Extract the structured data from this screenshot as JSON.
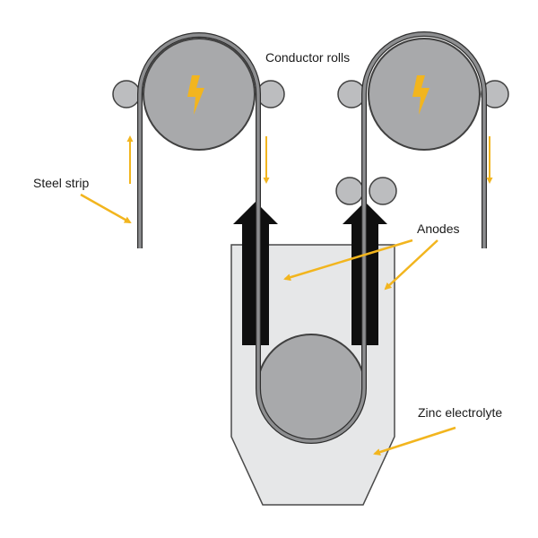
{
  "labels": {
    "conductor_rolls": "Conductor rolls",
    "steel_strip": "Steel strip",
    "anodes": "Anodes",
    "zinc_electrolyte": "Zinc electrolyte"
  },
  "icons": {
    "roll_symbol": "lightning-bolt-icon",
    "direction": "arrow-icon"
  },
  "colors": {
    "roll_fill": "#a8a9ab",
    "small_roll_fill": "#bcbdbf",
    "outline": "#404040",
    "strip": "#8d8e90",
    "bath_fill": "#e6e7e8",
    "anode": "#0f0f0f",
    "accent": "#f2b51e"
  }
}
